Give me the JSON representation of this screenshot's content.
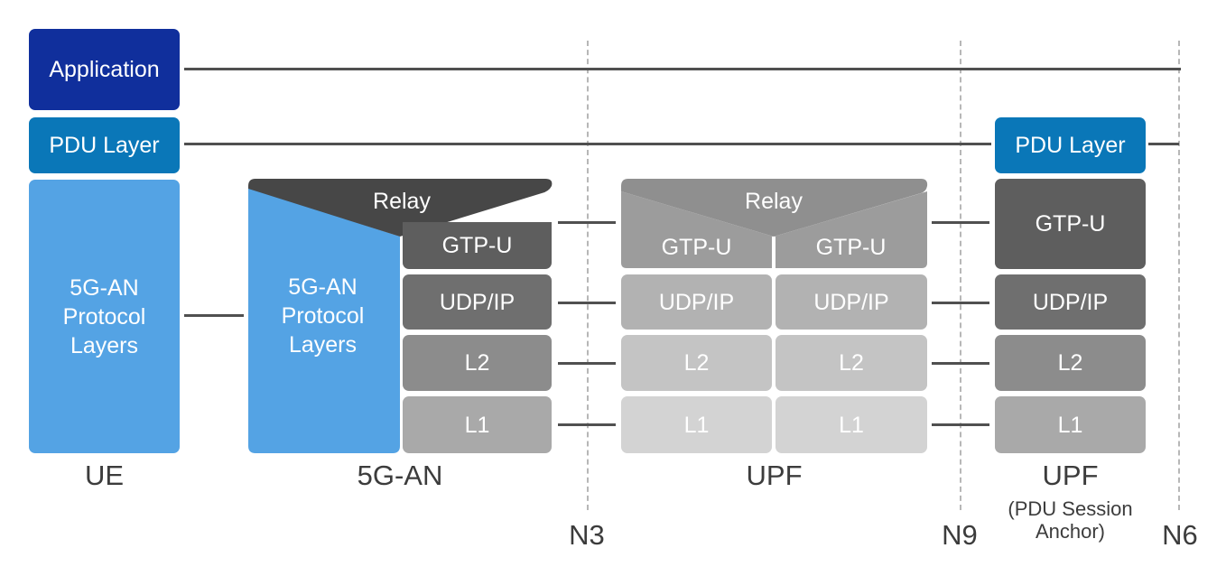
{
  "colors": {
    "application": "#102f9c",
    "pdu_layer": "#0a77b8",
    "an_protocol": "#54a3e4",
    "relay_an": "#474747",
    "relay_upf": "#8f8f8f",
    "gtp_dark": "#5e5e5e",
    "udp_dark": "#6f6f6f",
    "l2_dark": "#8c8c8c",
    "l1_dark": "#a9a9a9",
    "gtp_mid": "#9c9c9c",
    "udp_mid": "#b2b2b2",
    "l2_light": "#c4c4c4",
    "l1_light": "#d3d3d3",
    "wire": "#505050",
    "dash": "#b7b7b7"
  },
  "ue": {
    "application": "Application",
    "pdu_layer": "PDU Layer",
    "an_layers": "5G-AN\nProtocol\nLayers",
    "label": "UE"
  },
  "an": {
    "relay": "Relay",
    "protocol_layers": "5G-AN\nProtocol\nLayers",
    "gtp_u": "GTP-U",
    "udp_ip": "UDP/IP",
    "l2": "L2",
    "l1": "L1",
    "label": "5G-AN"
  },
  "upf": {
    "relay": "Relay",
    "left": {
      "gtp_u": "GTP-U",
      "udp_ip": "UDP/IP",
      "l2": "L2",
      "l1": "L1"
    },
    "right": {
      "gtp_u": "GTP-U",
      "udp_ip": "UDP/IP",
      "l2": "L2",
      "l1": "L1"
    },
    "label": "UPF"
  },
  "psa": {
    "pdu_layer": "PDU Layer",
    "gtp_u": "GTP-U",
    "udp_ip": "UDP/IP",
    "l2": "L2",
    "l1": "L1",
    "label": "UPF",
    "sublabel": "(PDU Session\nAnchor)"
  },
  "interfaces": {
    "n3": "N3",
    "n9": "N9",
    "n6": "N6"
  }
}
